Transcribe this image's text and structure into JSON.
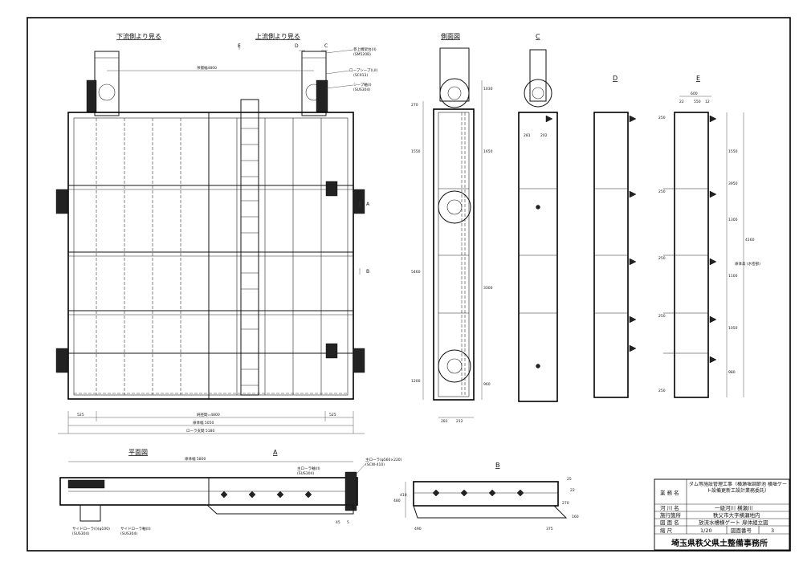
{
  "views": {
    "downstream": "下流側より見る",
    "upstream": "上流側より見る",
    "side": "側面図",
    "view_c": "C",
    "view_d": "D",
    "view_e": "E",
    "plan": "平面図",
    "section_a": "A",
    "section_b": "B"
  },
  "section_markers": {
    "a": "A",
    "b": "B",
    "c": "C",
    "d": "D",
    "e": "E"
  },
  "callouts": {
    "hoist_beam": "巻上機架台(II)",
    "hoist_beam_code": "(SM520B)",
    "rope_sheave": "ロープシーブ(I,II)",
    "rope_sheave_code": "(SC913)",
    "sheave_shaft": "シーブ軸(I)",
    "sheave_shaft_code": "(SUS304)",
    "roller_shaft": "主ローラ軸(II)",
    "roller_shaft_code": "(SUS304)",
    "main_roller": "主ローラ(φ560×220)",
    "main_roller_code": "(SCW-410)",
    "side_roller_1": "サイドローラ(I)(φ100)",
    "side_roller_1_code": "(SUS304)",
    "side_roller_2": "サイドローラ軸(II)",
    "side_roller_2_code": "(SUS304)"
  },
  "dims": {
    "lift_span": "吊揚幅4800",
    "clear_span": "純径間=4800",
    "body_width": "扉体幅 5050",
    "roller_span": "ローラ支間 5180",
    "plan_body_width": "扉体幅 5800",
    "edge_left": "525",
    "edge_right": "525",
    "side_1030": "1030",
    "side_1550a": "1550",
    "side_1650": "1650",
    "side_5460": "5460",
    "side_3300": "3300",
    "side_1200": "1200",
    "side_960": "960",
    "side_270": "270",
    "side_281": "281",
    "side_212": "212",
    "c_281": "281",
    "c_202": "202",
    "e_600": "600",
    "e_22a": "22",
    "e_550": "550",
    "e_12": "12",
    "e_1550": "1550",
    "e_3950": "3950",
    "e_1300": "1300",
    "e_1100": "1100",
    "e_1050": "1050",
    "e_980": "980",
    "e_4160": "4160",
    "e_total_label": "扉体高 (水密部)",
    "e_250a": "250",
    "e_250b": "250",
    "e_250c": "250",
    "e_250d": "250",
    "e_250e": "250",
    "p_45": "45",
    "p_5": "5",
    "b_480": "480",
    "b_410": "410",
    "b_490": "490",
    "b_25": "25",
    "b_375": "375",
    "b_270": "270",
    "b_22": "22",
    "b_160": "160"
  },
  "title_block": {
    "work_name_label": "業 務 名",
    "work_name": "ダム等施設管理工事（横瀬堰調節池 横堰ゲート設備更新工設計業務委託）",
    "river_label": "河 川 名",
    "river": "一級河川 横瀬川",
    "location_label": "施行箇所",
    "location": "秩父市大字横瀬地内",
    "drawing_label": "図 面 名",
    "drawing": "放流水槽横ゲート 扉体組立図",
    "scale_label": "縮 尺",
    "scale": "1/20",
    "number_label": "図面番号",
    "number": "3",
    "office": "埼玉県秩父県土整備事務所"
  }
}
